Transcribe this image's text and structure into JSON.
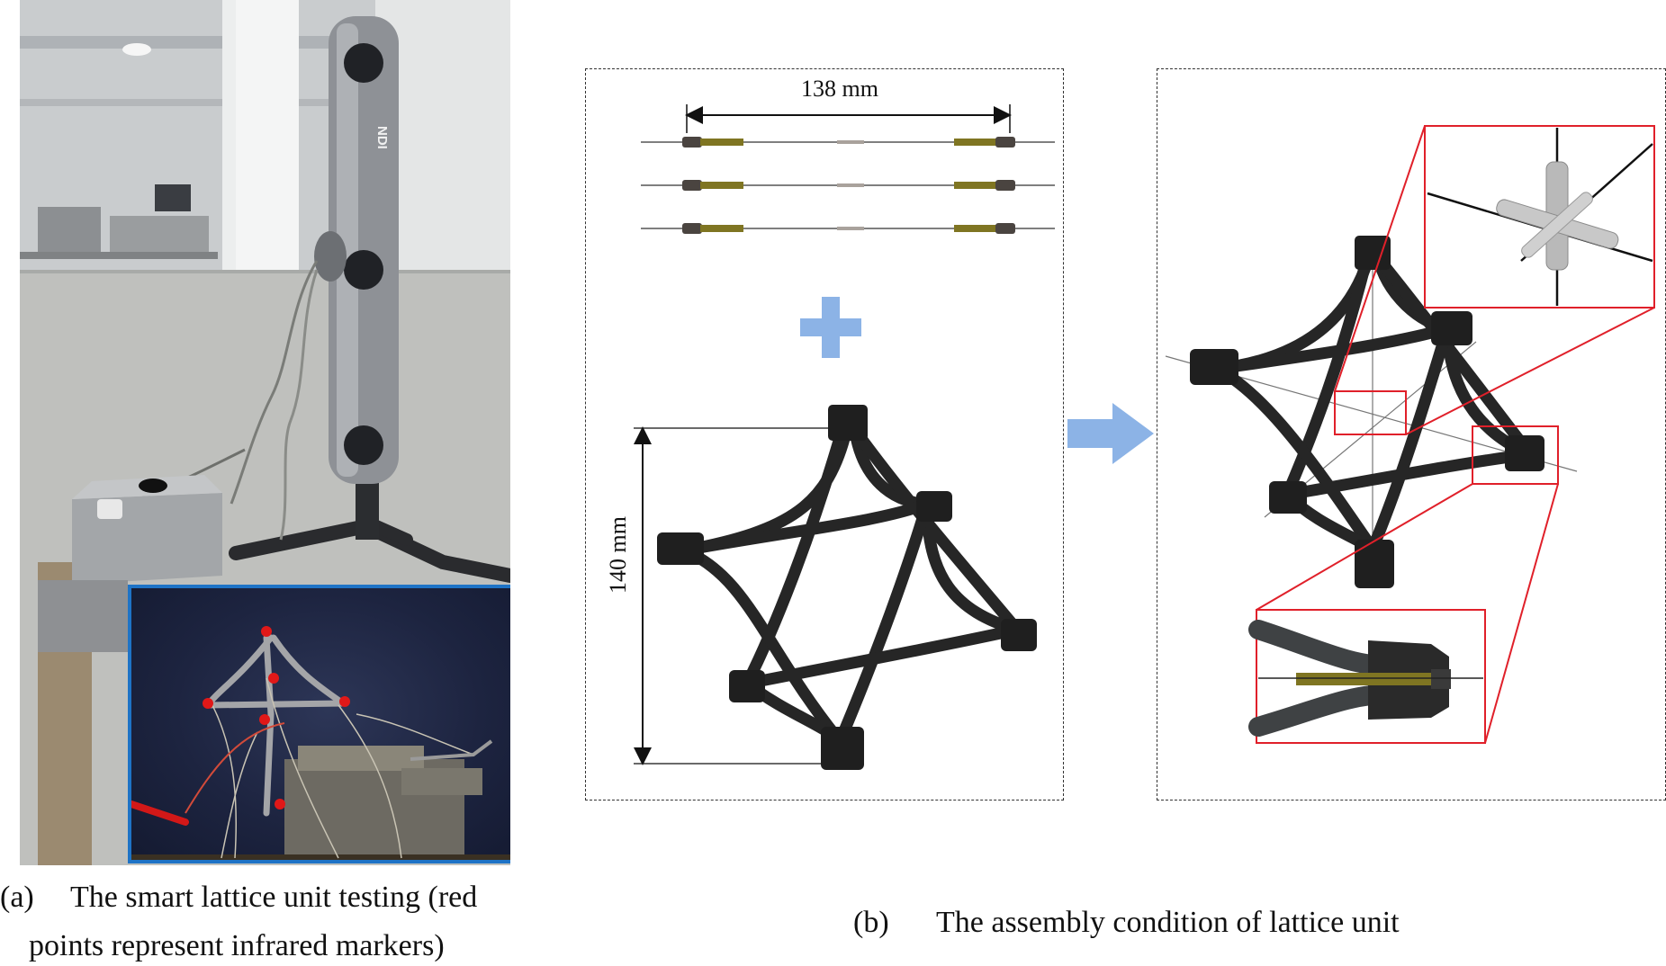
{
  "photo_panel": {
    "brand_logo": "NDI",
    "caption_label": "(a)",
    "caption_line1": "The smart lattice unit testing (red",
    "caption_line2": "points represent infrared markers)"
  },
  "assembly_panel": {
    "caption_label": "(b)",
    "caption_text": "The assembly condition of lattice unit",
    "dimension_width": "138  mm",
    "dimension_height": "140  mm"
  },
  "colors": {
    "inset_border": "#1e73c6",
    "plus_arrow": "#8cb3e6",
    "zoom_box": "#e0202a",
    "lattice": "#262626",
    "marker": "#e01818",
    "rod_brass": "#7f7522"
  },
  "icons": [
    "plus-icon",
    "right-arrow-icon"
  ]
}
